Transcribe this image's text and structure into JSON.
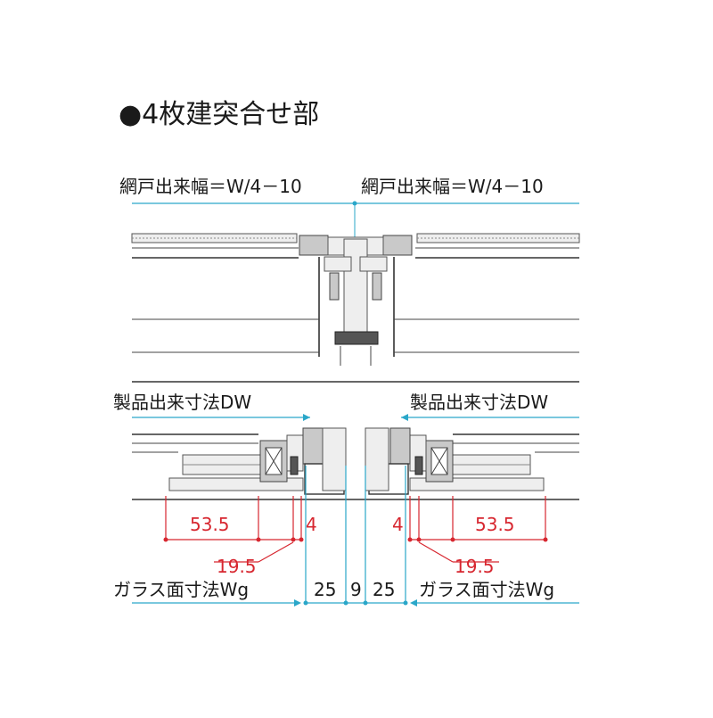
{
  "title": "●4枚建突合せ部",
  "screen": {
    "label_left": "網戸出来幅＝W/4－10",
    "label_right": "網戸出来幅＝W/4－10"
  },
  "product": {
    "label_left": "製品出来寸法DW",
    "label_right": "製品出来寸法DW"
  },
  "dimensions_red": {
    "left_53": "53.5",
    "left_4": "4",
    "left_19": "19.5",
    "right_53": "53.5",
    "right_4": "4",
    "right_19": "19.5"
  },
  "glass": {
    "label_left": "ガラス面寸法Wg",
    "label_right": "ガラス面寸法Wg",
    "dim_25_left": "25",
    "dim_9": "9",
    "dim_25_right": "25"
  },
  "colors": {
    "red": "#d7262f",
    "cyan": "#2aa7c9",
    "line": "#333333"
  }
}
